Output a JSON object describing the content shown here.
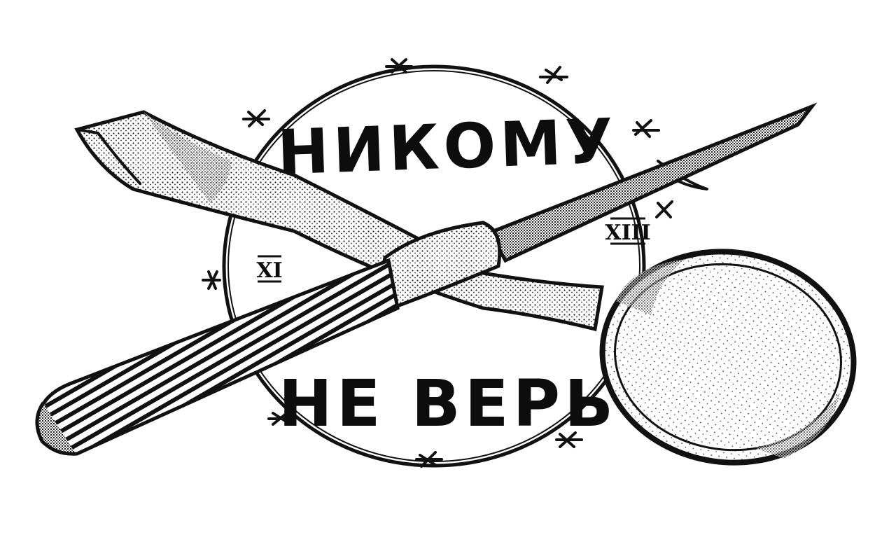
{
  "artwork": {
    "top_text": "НИКОМУ",
    "bottom_text": "НЕ ВЕРЬ",
    "left_numeral": "XI",
    "right_numeral": "XIII"
  },
  "colors": {
    "ink": "#111111",
    "paper": "#ffffff",
    "stipple": "#2a2a2a"
  },
  "icons": [
    "barbed-wire-icon",
    "shiv-knife-icon",
    "spoon-icon"
  ]
}
